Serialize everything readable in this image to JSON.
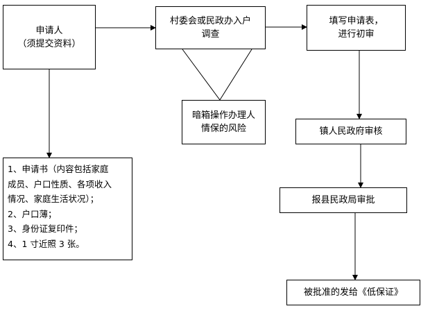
{
  "applicant": {
    "line1": "申请人",
    "line2": "（须提交资料）"
  },
  "survey": {
    "line1": "村委会或民政办入户",
    "line2": "调查"
  },
  "form": {
    "line1": "填写申请表，",
    "line2": "进行初审"
  },
  "risk": {
    "line1": "暗箱操作办理人",
    "line2": "情保的风险"
  },
  "town_review": {
    "label": "镇人民政府审核"
  },
  "county_approval": {
    "label": "报县民政局审批"
  },
  "issue_certificate": {
    "label": "被批准的发给《低保证》"
  },
  "materials": {
    "items": [
      "1、申请书（内容包括家庭",
      "成员、户口性质、各项收入",
      "情况、家庭生活状况）；",
      "2、户口薄；",
      "3、身份证复印件；",
      "4、1 寸近照 3 张。"
    ]
  }
}
